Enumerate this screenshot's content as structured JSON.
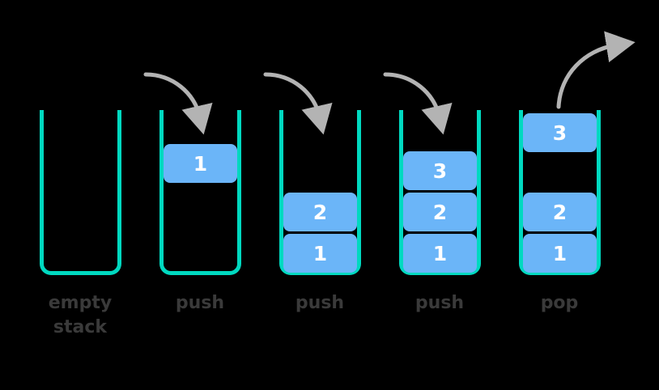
{
  "diagram": {
    "title": "stack-operations",
    "colors": {
      "background": "#000000",
      "container_border": "#00d9c0",
      "block_fill": "#6bb5f8",
      "block_text": "#ffffff",
      "label_text": "#3a3a3a",
      "arrow": "#b3b3b3"
    },
    "steps": [
      {
        "id": "step-1",
        "caption": "empty\nstack",
        "caption_lines": [
          "empty",
          "stack"
        ],
        "operation": "none",
        "arrow": "none",
        "blocks": []
      },
      {
        "id": "step-2",
        "caption": "push",
        "caption_lines": [
          "push"
        ],
        "operation": "push",
        "arrow": "incoming-down",
        "blocks": [
          {
            "value": "1",
            "position": "floating-top"
          }
        ]
      },
      {
        "id": "step-3",
        "caption": "push",
        "caption_lines": [
          "push"
        ],
        "operation": "push",
        "arrow": "incoming-down",
        "blocks": [
          {
            "value": "2",
            "position": "settled"
          },
          {
            "value": "1",
            "position": "settled"
          }
        ]
      },
      {
        "id": "step-4",
        "caption": "push",
        "caption_lines": [
          "push"
        ],
        "operation": "push",
        "arrow": "incoming-down",
        "blocks": [
          {
            "value": "3",
            "position": "settled"
          },
          {
            "value": "2",
            "position": "settled"
          },
          {
            "value": "1",
            "position": "settled"
          }
        ]
      },
      {
        "id": "step-5",
        "caption": "pop",
        "caption_lines": [
          "pop"
        ],
        "operation": "pop",
        "arrow": "outgoing-up",
        "blocks": [
          {
            "value": "3",
            "position": "leaving-top"
          },
          {
            "value": "2",
            "position": "settled"
          },
          {
            "value": "1",
            "position": "settled"
          }
        ]
      }
    ]
  }
}
